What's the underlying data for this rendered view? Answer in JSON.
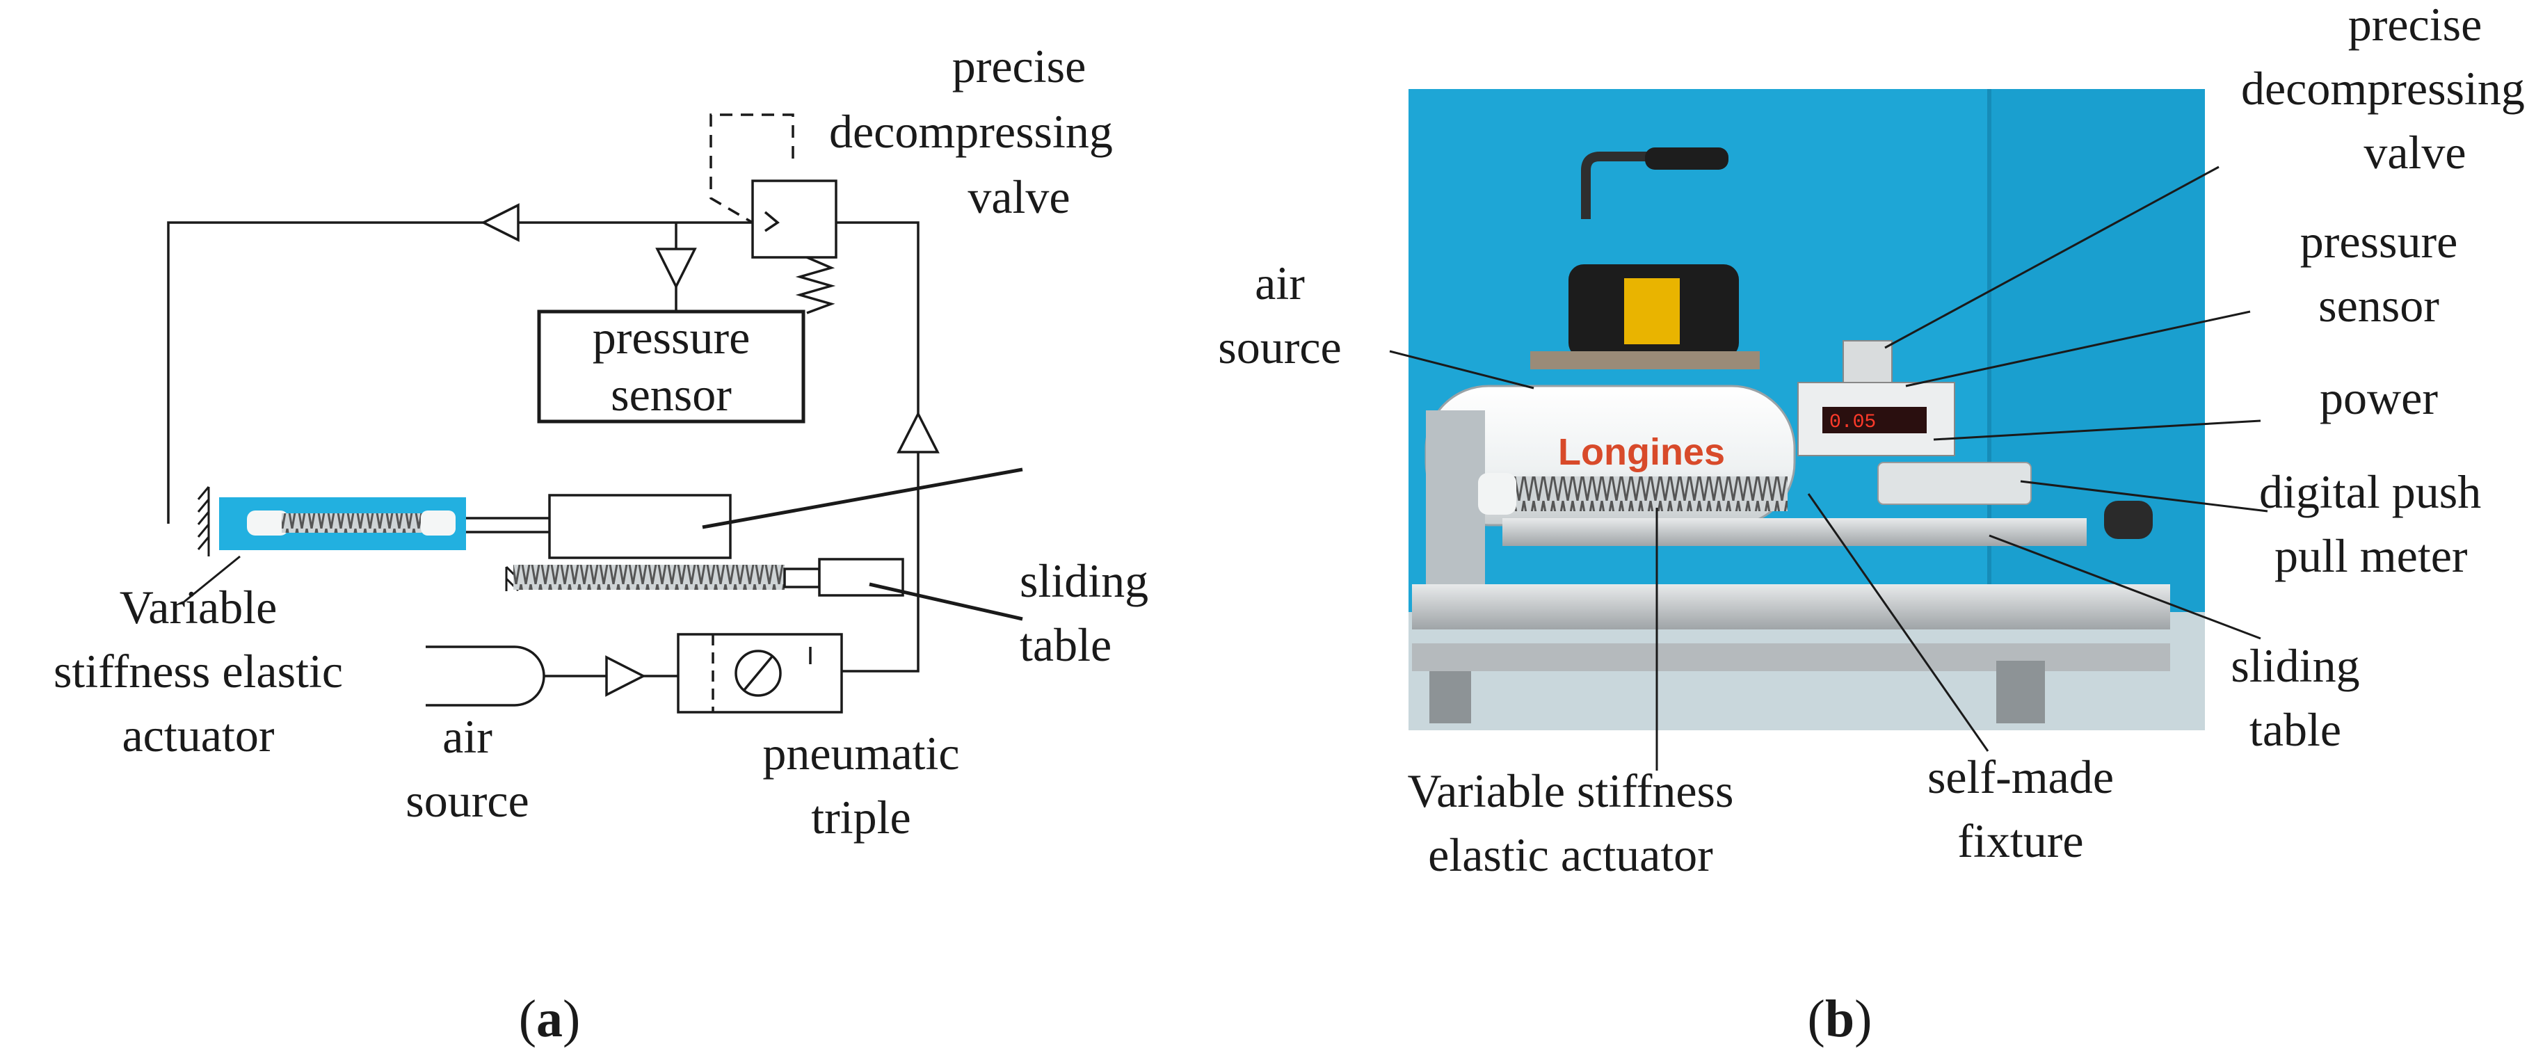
{
  "panel_a": {
    "caption_open": "(",
    "caption_letter": "a",
    "caption_close": ")",
    "label_valve": [
      "precise",
      "decompressing",
      "valve"
    ],
    "label_pressure_sensor": [
      "pressure",
      "sensor"
    ],
    "label_actuator": [
      "Variable",
      "stiffness elastic",
      "actuator"
    ],
    "label_sliding_table": [
      "sliding",
      "table"
    ],
    "label_air_source": [
      "air",
      "source"
    ],
    "label_pneumatic_triple": [
      "pneumatic",
      "triple"
    ]
  },
  "panel_b": {
    "caption_open": "(",
    "caption_letter": "b",
    "caption_close": ")",
    "compressor_brand": "Longines",
    "display_reading": "0.05",
    "label_air_source": [
      "air",
      "source"
    ],
    "label_valve": [
      "precise",
      "decompressing",
      "valve"
    ],
    "label_pressure_sensor": [
      "pressure",
      "sensor"
    ],
    "label_power": "power",
    "label_push_pull": [
      "digital push",
      "pull meter"
    ],
    "label_sliding_table": [
      "sliding",
      "table"
    ],
    "label_actuator": [
      "Variable stiffness",
      "elastic actuator"
    ],
    "label_fixture": [
      "self-made",
      "fixture"
    ]
  },
  "colors": {
    "line": "#1a1a1a",
    "backdrop": "#1ea6d6",
    "backdrop_dark": "#1590c0",
    "actuator_bg": "#22b0e0",
    "frame": "#c9ccce"
  }
}
